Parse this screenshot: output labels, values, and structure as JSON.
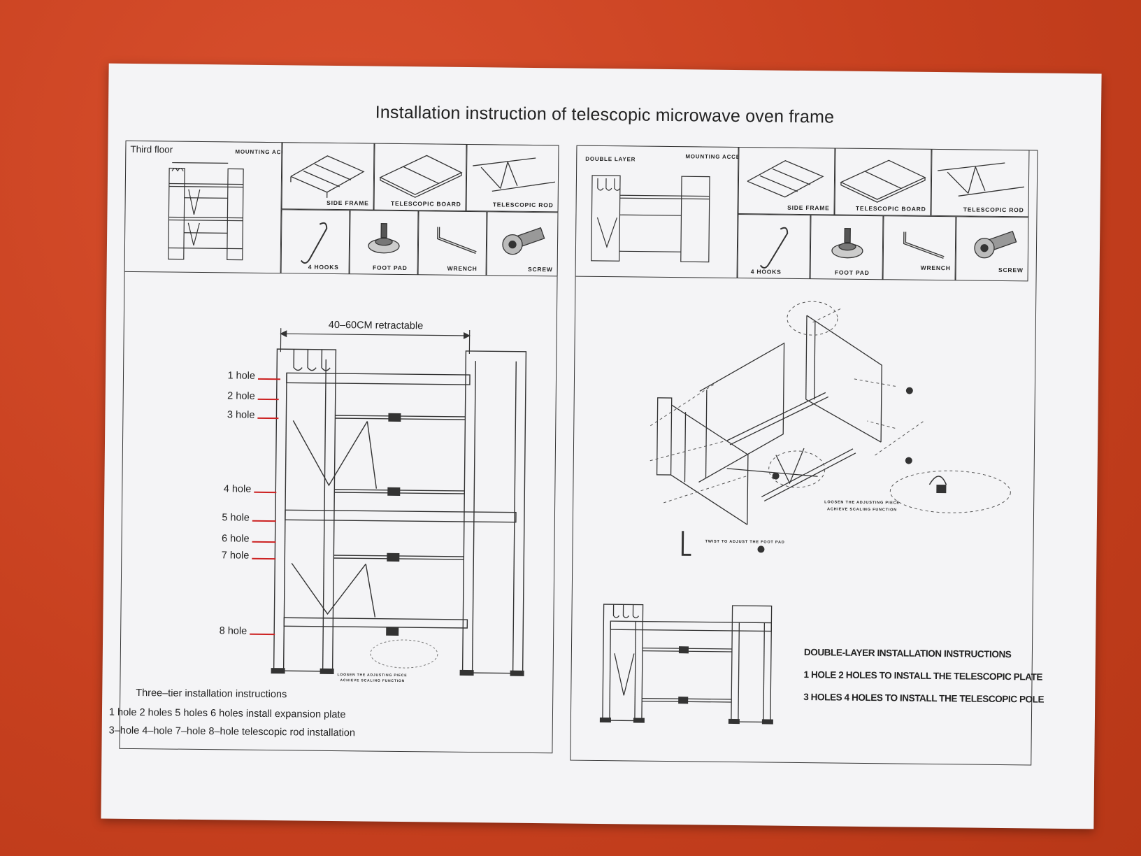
{
  "document": {
    "title": "Installation instruction of telescopic microwave oven frame"
  },
  "left": {
    "model_label": "Third floor",
    "accessories_label": "MOUNTING ACCESSORIES:",
    "parts": {
      "side_frame": "SIDE FRAME",
      "telescopic_board": "TELESCOPIC BOARD",
      "telescopic_rod": "TELESCOPIC ROD",
      "hooks": "4 HOOKS",
      "foot_pad": "FOOT PAD",
      "wrench": "WRENCH",
      "screw": "SCREW"
    },
    "dimension": "40–60CM retractable",
    "holes": [
      "1 hole",
      "2 hole",
      "3 hole",
      "4 hole",
      "5 hole",
      "6 hole",
      "7 hole",
      "8 hole"
    ],
    "loosen_note_1": "LOOSEN THE ADJUSTING PIECE",
    "loosen_note_2": "ACHIEVE SCALING FUNCTION",
    "instructions_title": "Three–tier installation instructions",
    "instruction_1": "1 hole 2 holes 5 holes 6 holes install expansion plate",
    "instruction_2": "3–hole 4–hole 7–hole 8–hole telescopic rod installation"
  },
  "right": {
    "model_label": "DOUBLE LAYER",
    "accessories_label": "MOUNTING ACCESSORIES:",
    "parts": {
      "side_frame": "SIDE FRAME",
      "telescopic_board": "TELESCOPIC BOARD",
      "telescopic_rod": "TELESCOPIC ROD",
      "hooks": "4 HOOKS",
      "foot_pad": "FOOT PAD",
      "wrench": "WRENCH",
      "screw": "SCREW"
    },
    "loosen_note_1": "LOOSEN THE ADJUSTING PIECE",
    "loosen_note_2": "ACHIEVE SCALING FUNCTION",
    "foot_note": "TWIST TO ADJUST THE FOOT PAD",
    "instructions_title": "DOUBLE-LAYER INSTALLATION INSTRUCTIONS",
    "instruction_1": "1 HOLE 2 HOLES TO INSTALL THE TELESCOPIC PLATE",
    "instruction_2": "3 HOLES 4 HOLES TO INSTALL THE TELESCOPIC POLE"
  },
  "colors": {
    "background": "#c7401f",
    "paper": "#f4f4f6",
    "ink": "#222222",
    "pointer": "#cc2222"
  }
}
